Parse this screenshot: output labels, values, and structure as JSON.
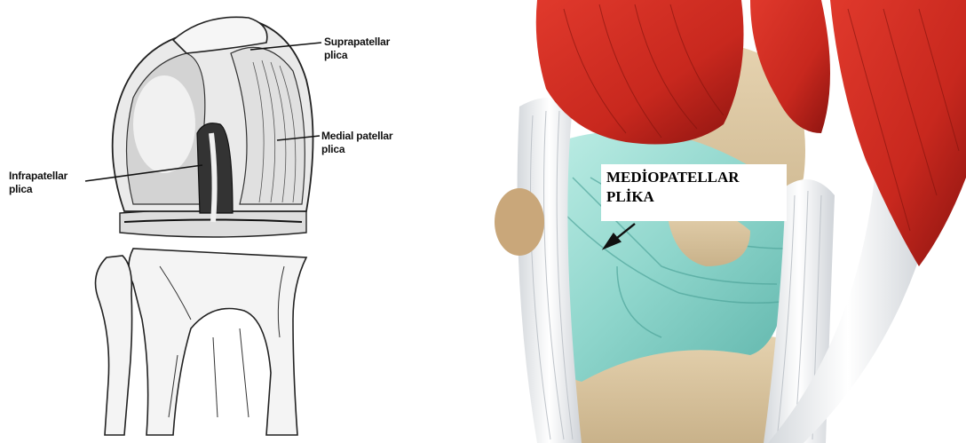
{
  "left_panel": {
    "labels": {
      "suprapatellar": "Suprapatellar\nplica",
      "medial_patellar": "Medial patellar\nplica",
      "infrapatellar": "Infrapatellar\nplica"
    }
  },
  "right_panel": {
    "label": "MEDİOPATELLAR\nPLİKA"
  },
  "colors": {
    "muscle_red": "#c8281e",
    "tendon_white": "#eef0f2",
    "synovium_teal": "#8fd6cc",
    "bone_tan": "#d9c4a0"
  }
}
